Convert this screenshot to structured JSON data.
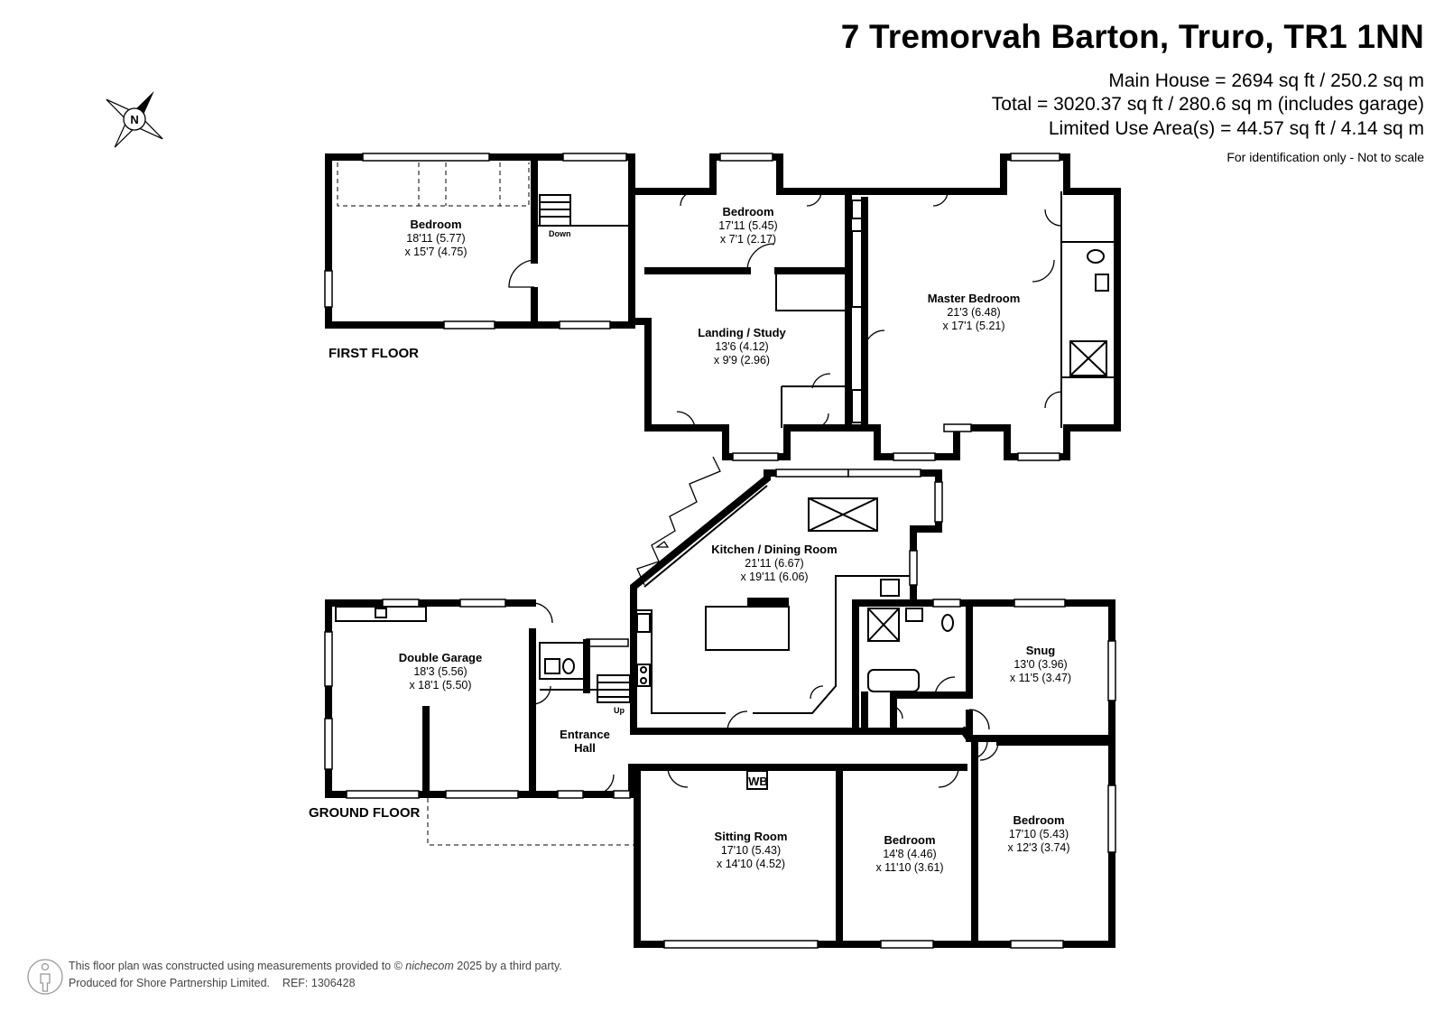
{
  "header": {
    "address": "7 Tremorvah Barton, Truro, TR1 1NN",
    "main_house": "Main House = 2694 sq ft / 250.2 sq m",
    "total": "Total = 3020.37 sq ft / 280.6 sq m (includes garage)",
    "limited_use": "Limited Use Area(s) = 44.57 sq ft / 4.14 sq m",
    "note": "For identification only - Not to scale"
  },
  "compass": {
    "letter": "N"
  },
  "floors": {
    "first": "FIRST FLOOR",
    "ground": "GROUND FLOOR"
  },
  "rooms": {
    "ff_bedroom1": {
      "name": "Bedroom",
      "dim1": "18'11 (5.77)",
      "dim2": "x 15'7 (4.75)"
    },
    "ff_bedroom2": {
      "name": "Bedroom",
      "dim1": "17'11 (5.45)",
      "dim2": "x 7'1 (2.17)"
    },
    "master": {
      "name": "Master Bedroom",
      "dim1": "21'3 (6.48)",
      "dim2": "x 17'1 (5.21)"
    },
    "landing": {
      "name": "Landing / Study",
      "dim1": "13'6 (4.12)",
      "dim2": "x 9'9 (2.96)"
    },
    "kitchen": {
      "name": "Kitchen / Dining Room",
      "dim1": "21'11 (6.67)",
      "dim2": "x 19'11 (6.06)"
    },
    "garage": {
      "name": "Double Garage",
      "dim1": "18'3 (5.56)",
      "dim2": "x 18'1 (5.50)"
    },
    "entrance": {
      "name1": "Entrance",
      "name2": "Hall"
    },
    "snug": {
      "name": "Snug",
      "dim1": "13'0 (3.96)",
      "dim2": "x 11'5 (3.47)"
    },
    "sitting": {
      "name": "Sitting Room",
      "dim1": "17'10 (5.43)",
      "dim2": "x 14'10 (4.52)"
    },
    "gf_bedroom1": {
      "name": "Bedroom",
      "dim1": "14'8 (4.46)",
      "dim2": "x 11'10 (3.61)"
    },
    "gf_bedroom2": {
      "name": "Bedroom",
      "dim1": "17'10 (5.43)",
      "dim2": "x 12'3 (3.74)"
    }
  },
  "labels": {
    "stairs_down": "Down",
    "stairs_up": "Up",
    "wb": "WB"
  },
  "footer": {
    "line1_pre": "This floor plan was constructed using measurements provided to ©",
    "brand": "nichecom",
    "line1_post": "2025 by a third party.",
    "line2": "Produced for Shore Partnership Limited.    REF: 1306428"
  }
}
